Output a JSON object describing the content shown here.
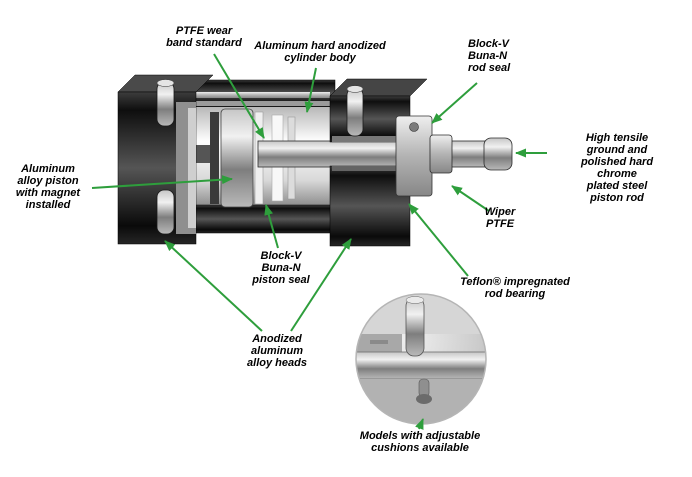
{
  "colors": {
    "arrow": "#2e9e3c",
    "label_text": "#000000",
    "background": "#ffffff"
  },
  "labels": {
    "ptfe_wear_band": "PTFE wear\nband standard",
    "cylinder_body": "Aluminum hard anodized\ncylinder body",
    "rod_seal": "Block-V\nBuna-N\nrod seal",
    "piston_rod": "High tensile ground and\npolished hard chrome\nplated steel piston rod",
    "wiper": "Wiper\nPTFE",
    "rod_bearing": "Teflon® impregnated\nrod bearing",
    "piston": "Aluminum\nalloy piston\nwith magnet\ninstalled",
    "piston_seal": "Block-V\nBuna-N\npiston seal",
    "heads": "Anodized\naluminum\nalloy heads",
    "cushions": "Models with adjustable\ncushions available"
  }
}
